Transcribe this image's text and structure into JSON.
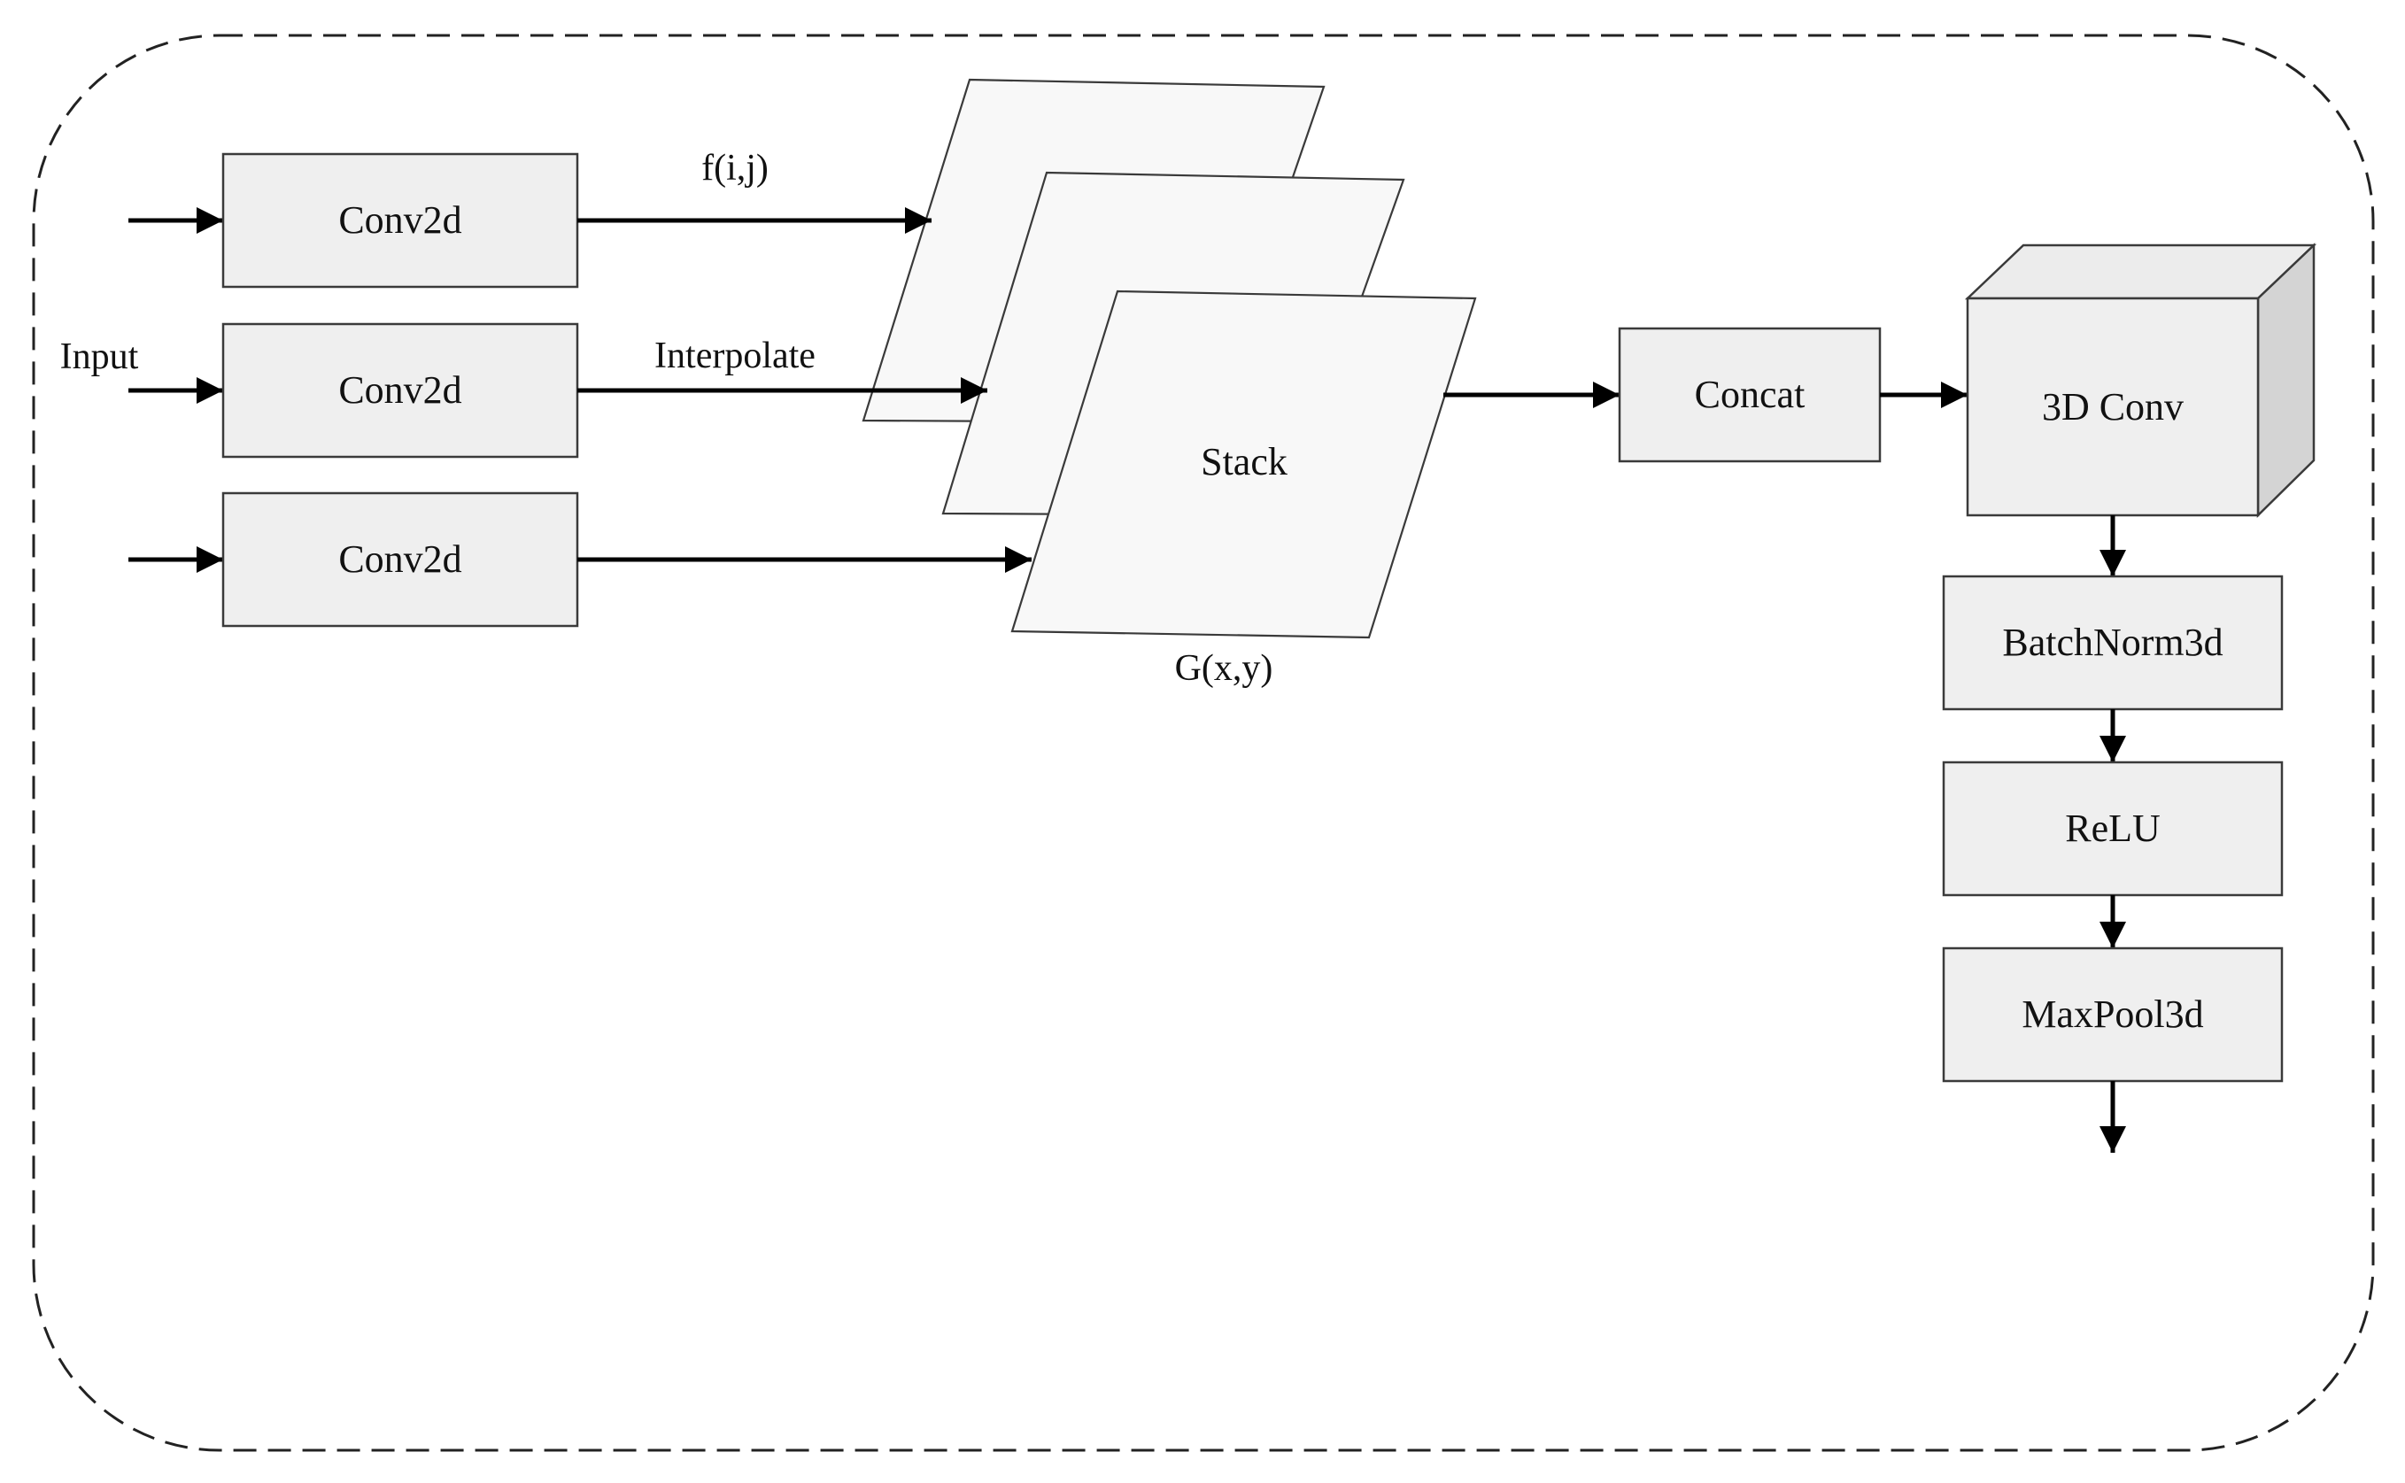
{
  "labels": {
    "input": "Input",
    "conv_top": "Conv2d",
    "conv_mid": "Conv2d",
    "conv_bot": "Conv2d",
    "f_ij": "f(i,j)",
    "interpolate": "Interpolate",
    "stack": "Stack",
    "g_xy": "G(x,y)",
    "concat": "Concat",
    "conv3d": "3D Conv",
    "batchnorm": "BatchNorm3d",
    "relu": "ReLU",
    "maxpool": "MaxPool3d"
  },
  "colors": {
    "block_fill": "#efefef",
    "plane_fill": "#f8f8f8",
    "cube_side": "#d4d4d4",
    "cube_top": "#ececec",
    "stroke": "#3a3a3a",
    "arrow": "#000000",
    "frame": "#222222"
  }
}
